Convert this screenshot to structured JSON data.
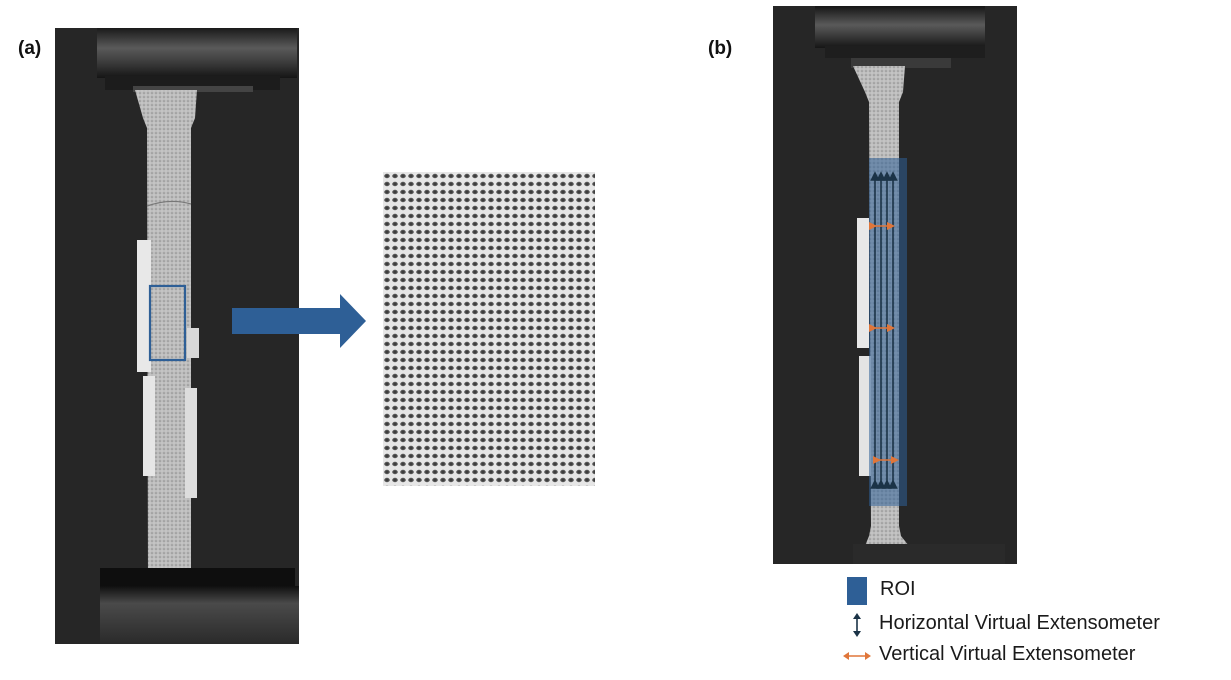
{
  "panels": {
    "a": {
      "label": "(a)"
    },
    "b": {
      "label": "(b)"
    }
  },
  "legend": {
    "roi": "ROI",
    "horizontal": "Horizontal Virtual Extensometer",
    "vertical": "Vertical Virtual Extensometer"
  },
  "colors": {
    "roi_blue": "#2e5f96",
    "arrow_blue": "#2e5f96",
    "extensometer_dark": "#1b3347",
    "extensometer_orange": "#e0763a",
    "background_dark": "#262626",
    "specimen_gray": "#b9b9b9"
  }
}
